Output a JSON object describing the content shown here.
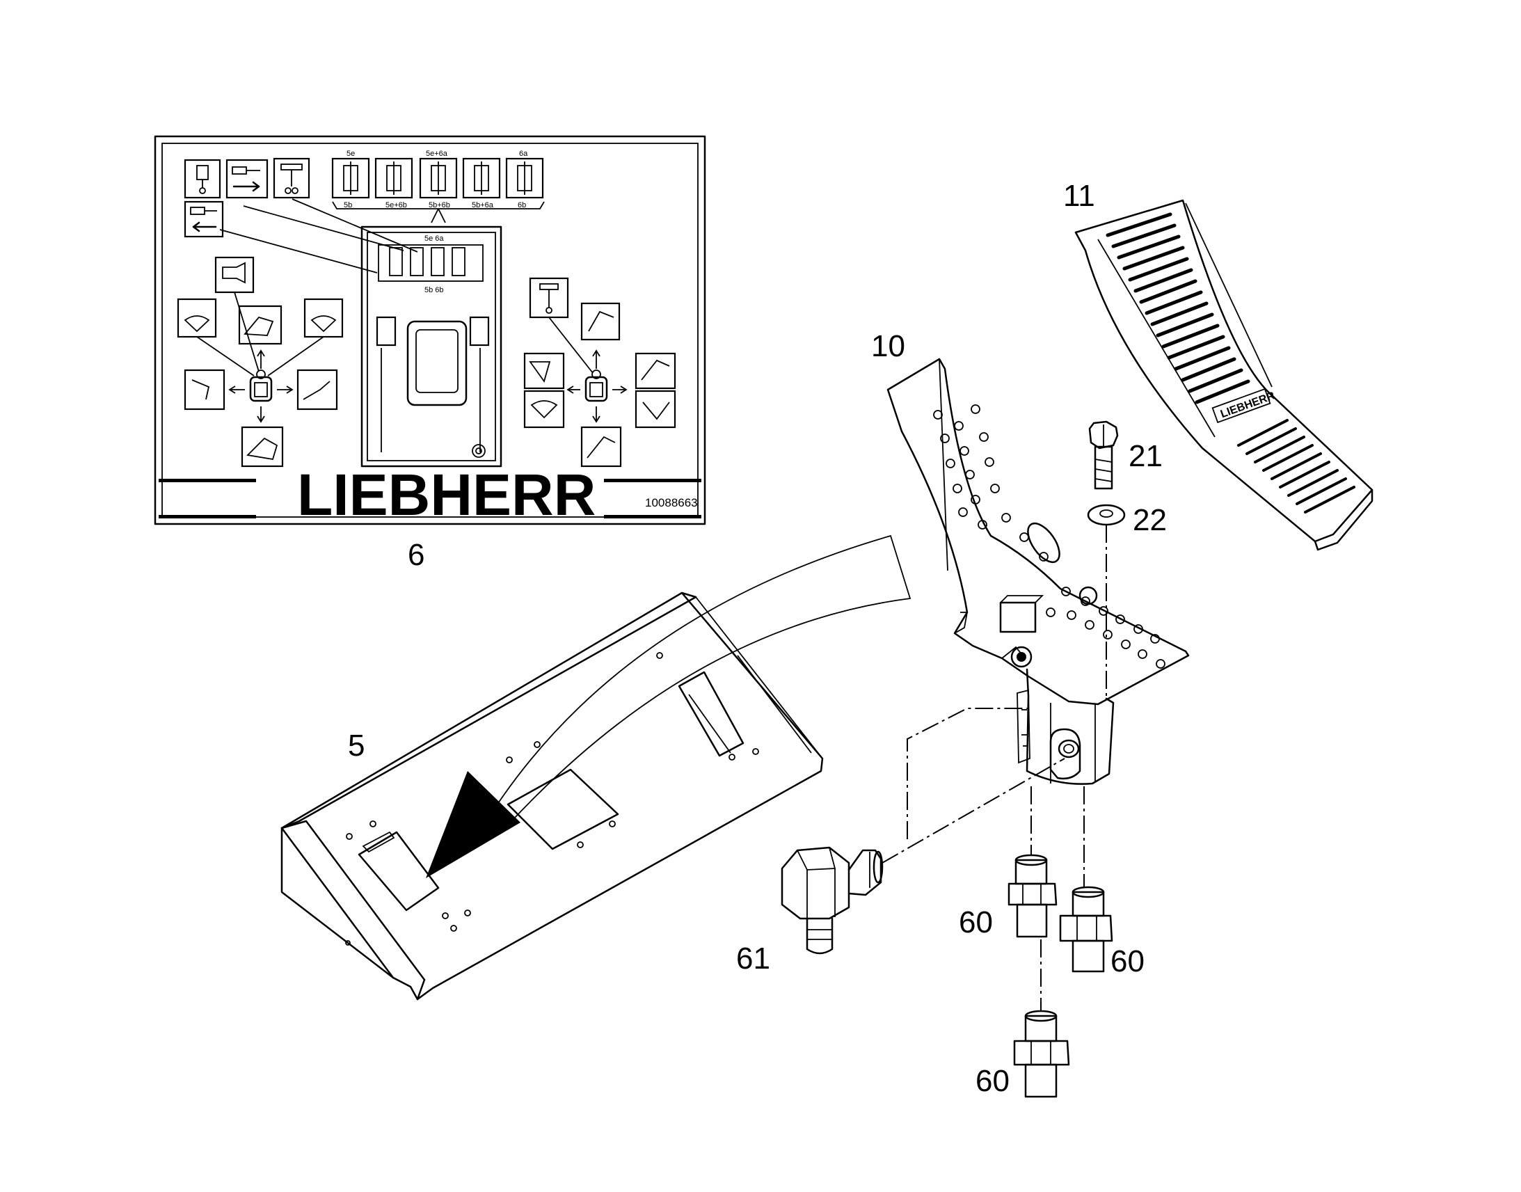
{
  "sticker": {
    "brand": "LIEBHERR",
    "part_number": "10088663",
    "lever_top_labels": [
      "5e",
      "5e+6a",
      "6a"
    ],
    "lever_bottom_labels": [
      "5b",
      "5e+6b",
      "5b+6b",
      "5b+6a",
      "6b"
    ],
    "cab_top_label": "5e 6a",
    "cab_bottom_label": "5b 6b"
  },
  "callouts": {
    "c5": "5",
    "c6": "6",
    "c10": "10",
    "c11": "11",
    "c21": "21",
    "c22": "22",
    "c60a": "60",
    "c60b": "60",
    "c60c": "60",
    "c61": "61"
  }
}
